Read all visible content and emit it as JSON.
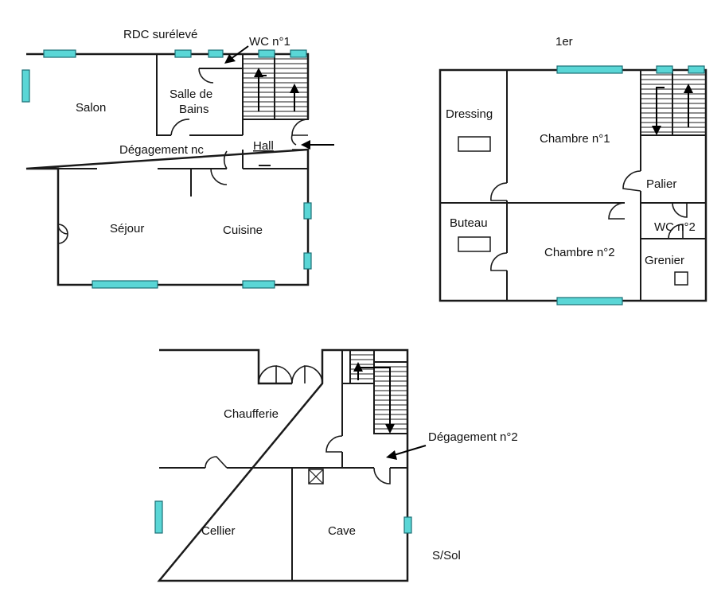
{
  "floors": {
    "ground": {
      "title": "RDC surélevé",
      "rooms": {
        "salon": "Salon",
        "salle_de_bains_line1": "Salle de",
        "salle_de_bains_line2": "Bains",
        "wc1": "WC n°1",
        "hall": "Hall",
        "degagement": "Dégagement nc",
        "sejour": "Séjour",
        "cuisine": "Cuisine"
      }
    },
    "first": {
      "title": "1er",
      "rooms": {
        "dressing": "Dressing",
        "chambre1": "Chambre n°1",
        "palier": "Palier",
        "bureau": "Buteau",
        "chambre2": "Chambre n°2",
        "wc2": "WC n°2",
        "grenier": "Grenier"
      }
    },
    "basement": {
      "title": "S/Sol",
      "rooms": {
        "chaufferie": "Chaufferie",
        "degagement2": "Dégagement n°2",
        "cellier": "Cellier",
        "cave": "Cave"
      }
    }
  },
  "colors": {
    "window_fill": "#5ad6d6",
    "wall": "#1a1a1a"
  }
}
